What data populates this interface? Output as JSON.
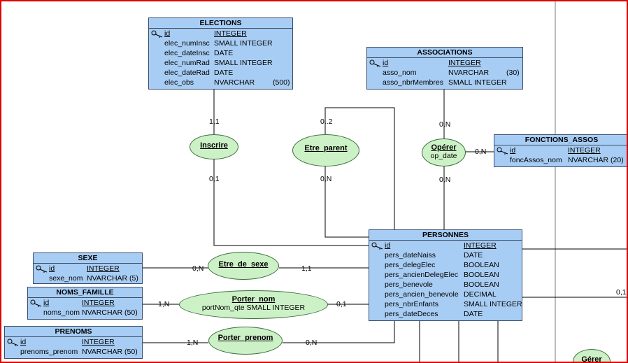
{
  "entities": {
    "elections": {
      "name": "ELECTIONS",
      "attributes": [
        {
          "name": "id",
          "type": "INTEGER",
          "size": "",
          "pk": true
        },
        {
          "name": "elec_numInsc",
          "type": "SMALL INTEGER",
          "size": ""
        },
        {
          "name": "elec_dateInsc",
          "type": "DATE",
          "size": ""
        },
        {
          "name": "elec_numRad",
          "type": "SMALL INTEGER",
          "size": ""
        },
        {
          "name": "elec_dateRad",
          "type": "DATE",
          "size": ""
        },
        {
          "name": "elec_obs",
          "type": "NVARCHAR",
          "size": "(500)"
        }
      ]
    },
    "associations": {
      "name": "ASSOCIATIONS",
      "attributes": [
        {
          "name": "id",
          "type": "INTEGER",
          "size": "",
          "pk": true
        },
        {
          "name": "asso_nom",
          "type": "NVARCHAR",
          "size": "(30)"
        },
        {
          "name": "asso_nbrMembres",
          "type": "SMALL INTEGER",
          "size": ""
        }
      ]
    },
    "fonctions_assos": {
      "name": "FONCTIONS_ASSOS",
      "attributes": [
        {
          "name": "id",
          "type": "INTEGER",
          "size": "",
          "pk": true
        },
        {
          "name": "foncAssos_nom",
          "type": "NVARCHAR (20)",
          "size": ""
        }
      ]
    },
    "personnes": {
      "name": "PERSONNES",
      "attributes": [
        {
          "name": "id",
          "type": "INTEGER",
          "size": "",
          "pk": true
        },
        {
          "name": "pers_dateNaiss",
          "type": "DATE",
          "size": ""
        },
        {
          "name": "pers_delegElec",
          "type": "BOOLEAN",
          "size": ""
        },
        {
          "name": "pers_ancienDelegElec",
          "type": "BOOLEAN",
          "size": ""
        },
        {
          "name": "pers_benevole",
          "type": "BOOLEAN",
          "size": ""
        },
        {
          "name": "pers_ancien_benevole",
          "type": "DECIMAL",
          "size": ""
        },
        {
          "name": "pers_nbrEnfants",
          "type": "SMALL INTEGER",
          "size": ""
        },
        {
          "name": "pers_dateDeces",
          "type": "DATE",
          "size": ""
        }
      ]
    },
    "sexe": {
      "name": "SEXE",
      "attributes": [
        {
          "name": "id",
          "type": "INTEGER",
          "size": "",
          "pk": true
        },
        {
          "name": "sexe_nom",
          "type": "NVARCHAR (5)",
          "size": ""
        }
      ]
    },
    "noms_famille": {
      "name": "NOMS_FAMILLE",
      "attributes": [
        {
          "name": "id",
          "type": "INTEGER",
          "size": "",
          "pk": true
        },
        {
          "name": "noms_nom",
          "type": "NVARCHAR (50)",
          "size": ""
        }
      ]
    },
    "prenoms": {
      "name": "PRENOMS",
      "attributes": [
        {
          "name": "id",
          "type": "INTEGER",
          "size": "",
          "pk": true
        },
        {
          "name": "prenoms_prenom",
          "type": "NVARCHAR (50)",
          "size": ""
        }
      ]
    }
  },
  "associations_rel": {
    "inscrire": {
      "name": "Inscrire",
      "attr": ""
    },
    "etre_parent": {
      "name": "Etre_parent",
      "attr": ""
    },
    "operer": {
      "name": "Opérer",
      "attr": "op_date"
    },
    "etre_de_sexe": {
      "name": "Etre_de_sexe",
      "attr": ""
    },
    "porter_nom": {
      "name": "Porter_nom",
      "attr": "portNom_qte SMALL INTEGER"
    },
    "porter_prenom": {
      "name": "Porter_prenom",
      "attr": ""
    },
    "gerer": {
      "name": "Gérer",
      "attr": ""
    }
  },
  "cardinalities": {
    "elections_inscrire": "1,1",
    "inscrire_personnes": "0,1",
    "etre_parent_top": "0..2",
    "etre_parent_bottom": "0,N",
    "associations_operer": "0,N",
    "operer_fonctions": "0,N",
    "operer_personnes": "0,N",
    "sexe_etre_de_sexe": "0,N",
    "etre_de_sexe_personnes": "1,1",
    "noms_porter_nom": "1,N",
    "porter_nom_personnes": "0,1",
    "prenoms_porter_prenom": "1,N",
    "porter_prenom_personnes": "0,N",
    "right_edge": "0,1"
  }
}
